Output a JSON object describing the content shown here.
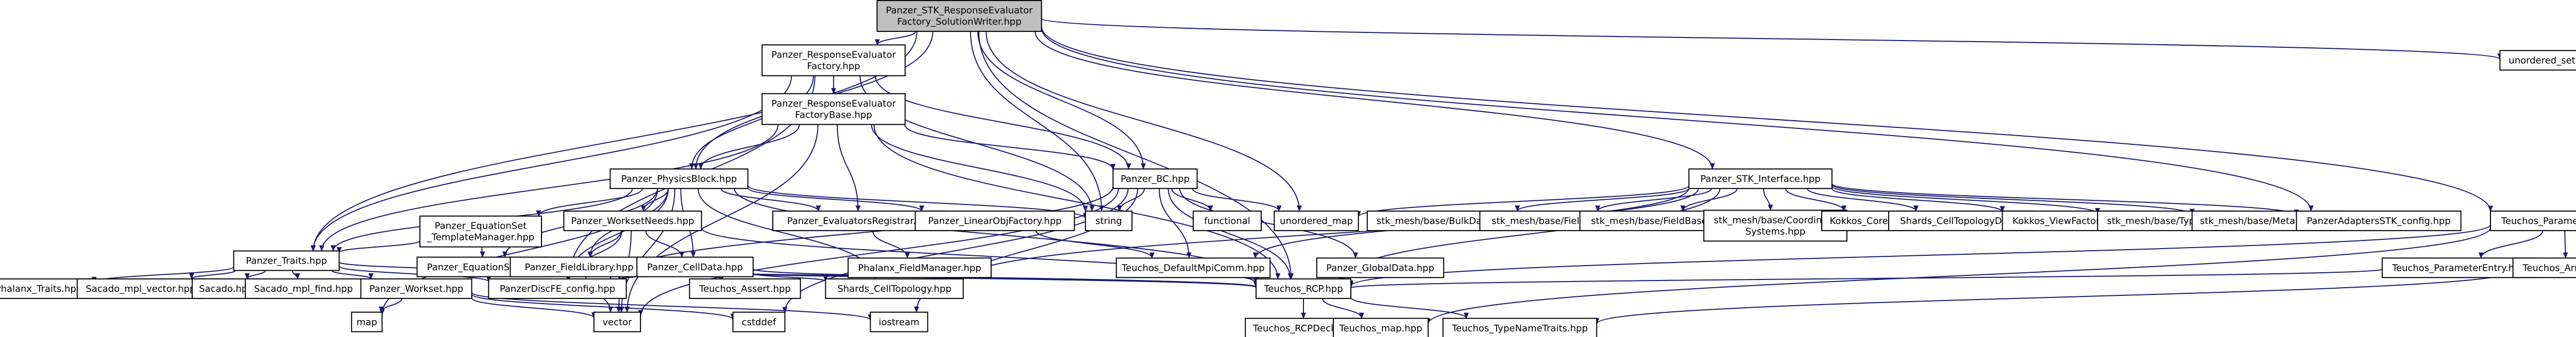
{
  "colors": {
    "edge": "#191970",
    "node_border_black": "#000000",
    "node_border_red": "#ff0000",
    "node_fill": "#ffffff",
    "root_fill": "#bfbfbf",
    "text": "#000000"
  },
  "nodes": [
    {
      "id": "root",
      "lines": [
        "Panzer_STK_ResponseEvaluator",
        "Factory_SolutionWriter.hpp"
      ],
      "border": "black",
      "fill": "root"
    },
    {
      "id": "reFactory",
      "lines": [
        "Panzer_ResponseEvaluator",
        "Factory.hpp"
      ],
      "border": "black"
    },
    {
      "id": "reFactoryBase",
      "lines": [
        "Panzer_ResponseEvaluator",
        "FactoryBase.hpp"
      ],
      "border": "red"
    },
    {
      "id": "unorderedSet",
      "lines": [
        "unordered_set"
      ],
      "border": "none"
    },
    {
      "id": "physicsBlock",
      "lines": [
        "Panzer_PhysicsBlock.hpp"
      ],
      "border": "black"
    },
    {
      "id": "bc",
      "lines": [
        "Panzer_BC.hpp"
      ],
      "border": "black"
    },
    {
      "id": "stkInterface",
      "lines": [
        "Panzer_STK_Interface.hpp"
      ],
      "border": "black"
    },
    {
      "id": "paramList",
      "lines": [
        "Teuchos_ParameterList.hpp"
      ],
      "border": "black"
    },
    {
      "id": "eqSetTM",
      "lines": [
        "Panzer_EquationSet",
        "_TemplateManager.hpp"
      ],
      "border": "red"
    },
    {
      "id": "worksetNeeds",
      "lines": [
        "Panzer_WorksetNeeds.hpp"
      ],
      "border": "red"
    },
    {
      "id": "evalRegistrar",
      "lines": [
        "Panzer_EvaluatorsRegistrar.hpp"
      ],
      "border": "red"
    },
    {
      "id": "linearObjFactory",
      "lines": [
        "Panzer_LinearObjFactory.hpp"
      ],
      "border": "red"
    },
    {
      "id": "string",
      "lines": [
        "string"
      ],
      "border": "none"
    },
    {
      "id": "functional",
      "lines": [
        "functional"
      ],
      "border": "none"
    },
    {
      "id": "unorderedMap",
      "lines": [
        "unordered_map"
      ],
      "border": "none"
    },
    {
      "id": "bulkData",
      "lines": [
        "stk_mesh/base/BulkData.hpp"
      ],
      "border": "none"
    },
    {
      "id": "field",
      "lines": [
        "stk_mesh/base/Field.hpp"
      ],
      "border": "none"
    },
    {
      "id": "fieldBase",
      "lines": [
        "stk_mesh/base/FieldBase.hpp"
      ],
      "border": "none"
    },
    {
      "id": "coordSystems",
      "lines": [
        "stk_mesh/base/Coordinate",
        "Systems.hpp"
      ],
      "border": "none"
    },
    {
      "id": "kokkosCore",
      "lines": [
        "Kokkos_Core.hpp"
      ],
      "border": "none"
    },
    {
      "id": "shardsCellTopoData",
      "lines": [
        "Shards_CellTopologyData.h"
      ],
      "border": "none"
    },
    {
      "id": "kokkosViewFactory",
      "lines": [
        "Kokkos_ViewFactory.hpp"
      ],
      "border": "none"
    },
    {
      "id": "types",
      "lines": [
        "stk_mesh/base/Types.hpp"
      ],
      "border": "none"
    },
    {
      "id": "metaData",
      "lines": [
        "stk_mesh/base/MetaData.hpp"
      ],
      "border": "none"
    },
    {
      "id": "adaptersConfig",
      "lines": [
        "PanzerAdaptersSTK_config.hpp"
      ],
      "border": "none"
    },
    {
      "id": "traits",
      "lines": [
        "Panzer_Traits.hpp"
      ],
      "border": "black"
    },
    {
      "id": "eqSet",
      "lines": [
        "Panzer_EquationSet.hpp"
      ],
      "border": "red"
    },
    {
      "id": "fieldLibrary",
      "lines": [
        "Panzer_FieldLibrary.hpp"
      ],
      "border": "red"
    },
    {
      "id": "cellData",
      "lines": [
        "Panzer_CellData.hpp"
      ],
      "border": "red"
    },
    {
      "id": "fieldManager",
      "lines": [
        "Phalanx_FieldManager.hpp"
      ],
      "border": "none"
    },
    {
      "id": "defaultMpiComm",
      "lines": [
        "Teuchos_DefaultMpiComm.hpp"
      ],
      "border": "red"
    },
    {
      "id": "globalData",
      "lines": [
        "Panzer_GlobalData.hpp"
      ],
      "border": "red"
    },
    {
      "id": "paramEntry",
      "lines": [
        "Teuchos_ParameterEntry.hpp"
      ],
      "border": "red"
    },
    {
      "id": "teuchosArray",
      "lines": [
        "Teuchos_Array.hpp"
      ],
      "border": "red"
    },
    {
      "id": "phalanxTraits",
      "lines": [
        "Phalanx_Traits.hpp"
      ],
      "border": "none"
    },
    {
      "id": "sacadoMpVector",
      "lines": [
        "Sacado_mpl_vector.hpp"
      ],
      "border": "none"
    },
    {
      "id": "sacado",
      "lines": [
        "Sacado.hpp"
      ],
      "border": "none"
    },
    {
      "id": "sacadoMplFind",
      "lines": [
        "Sacado_mpl_find.hpp"
      ],
      "border": "none"
    },
    {
      "id": "workset",
      "lines": [
        "Panzer_Workset.hpp"
      ],
      "border": "red"
    },
    {
      "id": "panzerConfig",
      "lines": [
        "PanzerDiscFE_config.hpp"
      ],
      "border": "none"
    },
    {
      "id": "assetHpp",
      "lines": [
        "Teuchos_Assert.hpp"
      ],
      "border": "none"
    },
    {
      "id": "shardsCellTopo",
      "lines": [
        "Shards_CellTopology.hpp"
      ],
      "border": "none"
    },
    {
      "id": "rcp",
      "lines": [
        "Teuchos_RCP.hpp"
      ],
      "border": "black"
    },
    {
      "id": "map",
      "lines": [
        "map"
      ],
      "border": "none"
    },
    {
      "id": "vector",
      "lines": [
        "vector"
      ],
      "border": "none"
    },
    {
      "id": "cstddef",
      "lines": [
        "cstddef"
      ],
      "border": "none"
    },
    {
      "id": "iostream",
      "lines": [
        "iostream"
      ],
      "border": "none"
    },
    {
      "id": "rcpDecl",
      "lines": [
        "Teuchos_RCPDecl.hpp"
      ],
      "border": "red"
    },
    {
      "id": "teuchosMap",
      "lines": [
        "Teuchos_map.hpp"
      ],
      "border": "red"
    },
    {
      "id": "typeNameTraits",
      "lines": [
        "Teuchos_TypeNameTraits.hpp"
      ],
      "border": "black"
    }
  ],
  "edges": [
    [
      "root",
      "reFactory"
    ],
    [
      "root",
      "physicsBlock"
    ],
    [
      "root",
      "bc"
    ],
    [
      "root",
      "stkInterface"
    ],
    [
      "root",
      "paramList"
    ],
    [
      "root",
      "unorderedSet"
    ],
    [
      "root",
      "string"
    ],
    [
      "root",
      "unorderedMap"
    ],
    [
      "root",
      "traits"
    ],
    [
      "root",
      "rcp"
    ],
    [
      "root",
      "adaptersConfig"
    ],
    [
      "reFactory",
      "reFactoryBase"
    ],
    [
      "reFactory",
      "physicsBlock"
    ],
    [
      "reFactory",
      "bc"
    ],
    [
      "reFactory",
      "traits"
    ],
    [
      "reFactory",
      "string"
    ],
    [
      "reFactory",
      "panzerConfig"
    ],
    [
      "reFactoryBase",
      "physicsBlock"
    ],
    [
      "reFactoryBase",
      "bc"
    ],
    [
      "reFactoryBase",
      "traits"
    ],
    [
      "reFactoryBase",
      "string"
    ],
    [
      "reFactoryBase",
      "evalRegistrar"
    ],
    [
      "reFactoryBase",
      "rcp"
    ],
    [
      "reFactoryBase",
      "vector"
    ],
    [
      "physicsBlock",
      "eqSetTM"
    ],
    [
      "physicsBlock",
      "worksetNeeds"
    ],
    [
      "physicsBlock",
      "evalRegistrar"
    ],
    [
      "physicsBlock",
      "linearObjFactory"
    ],
    [
      "physicsBlock",
      "string"
    ],
    [
      "physicsBlock",
      "traits"
    ],
    [
      "physicsBlock",
      "eqSet"
    ],
    [
      "physicsBlock",
      "fieldLibrary"
    ],
    [
      "physicsBlock",
      "cellData"
    ],
    [
      "physicsBlock",
      "panzerConfig"
    ],
    [
      "physicsBlock",
      "rcp"
    ],
    [
      "physicsBlock",
      "map"
    ],
    [
      "physicsBlock",
      "vector"
    ],
    [
      "physicsBlock",
      "shardsCellTopo"
    ],
    [
      "bc",
      "string"
    ],
    [
      "bc",
      "functional"
    ],
    [
      "bc",
      "unorderedMap"
    ],
    [
      "bc",
      "defaultMpiComm"
    ],
    [
      "bc",
      "globalData"
    ],
    [
      "bc",
      "rcp"
    ],
    [
      "bc",
      "vector"
    ],
    [
      "bc",
      "cstddef"
    ],
    [
      "bc",
      "iostream"
    ],
    [
      "bc",
      "panzerConfig"
    ],
    [
      "stkInterface",
      "unorderedMap"
    ],
    [
      "stkInterface",
      "bulkData"
    ],
    [
      "stkInterface",
      "field"
    ],
    [
      "stkInterface",
      "fieldBase"
    ],
    [
      "stkInterface",
      "coordSystems"
    ],
    [
      "stkInterface",
      "kokkosCore"
    ],
    [
      "stkInterface",
      "shardsCellTopoData"
    ],
    [
      "stkInterface",
      "kokkosViewFactory"
    ],
    [
      "stkInterface",
      "types"
    ],
    [
      "stkInterface",
      "metaData"
    ],
    [
      "stkInterface",
      "adaptersConfig"
    ],
    [
      "stkInterface",
      "defaultMpiComm"
    ],
    [
      "stkInterface",
      "rcp"
    ],
    [
      "stkInterface",
      "shardsCellTopo"
    ],
    [
      "paramList",
      "paramEntry"
    ],
    [
      "paramList",
      "teuchosArray"
    ],
    [
      "paramList",
      "rcp"
    ],
    [
      "paramList",
      "teuchosMap"
    ],
    [
      "eqSetTM",
      "traits"
    ],
    [
      "eqSetTM",
      "eqSet"
    ],
    [
      "worksetNeeds",
      "fieldLibrary"
    ],
    [
      "worksetNeeds",
      "cellData"
    ],
    [
      "worksetNeeds",
      "panzerConfig"
    ],
    [
      "worksetNeeds",
      "rcp"
    ],
    [
      "worksetNeeds",
      "vector"
    ],
    [
      "evalRegistrar",
      "fieldManager"
    ],
    [
      "linearObjFactory",
      "defaultMpiComm"
    ],
    [
      "traits",
      "phalanxTraits"
    ],
    [
      "traits",
      "sacadoMpVector"
    ],
    [
      "traits",
      "sacado"
    ],
    [
      "traits",
      "sacadoMplFind"
    ],
    [
      "traits",
      "workset"
    ],
    [
      "traits",
      "panzerConfig"
    ],
    [
      "traits",
      "rcp"
    ],
    [
      "fieldLibrary",
      "panzerConfig"
    ],
    [
      "fieldLibrary",
      "vector"
    ],
    [
      "fieldLibrary",
      "rcp"
    ],
    [
      "cellData",
      "assetHpp"
    ],
    [
      "cellData",
      "shardsCellTopo"
    ],
    [
      "cellData",
      "rcp"
    ],
    [
      "cellData",
      "panzerConfig"
    ],
    [
      "workset",
      "map"
    ],
    [
      "workset",
      "vector"
    ],
    [
      "workset",
      "cstddef"
    ],
    [
      "workset",
      "iostream"
    ],
    [
      "defaultMpiComm",
      "rcp"
    ],
    [
      "globalData",
      "rcp"
    ],
    [
      "paramEntry",
      "rcp"
    ],
    [
      "teuchosArray",
      "typeNameTraits"
    ],
    [
      "rcp",
      "rcpDecl"
    ],
    [
      "rcp",
      "teuchosMap"
    ],
    [
      "rcp",
      "typeNameTraits"
    ]
  ]
}
